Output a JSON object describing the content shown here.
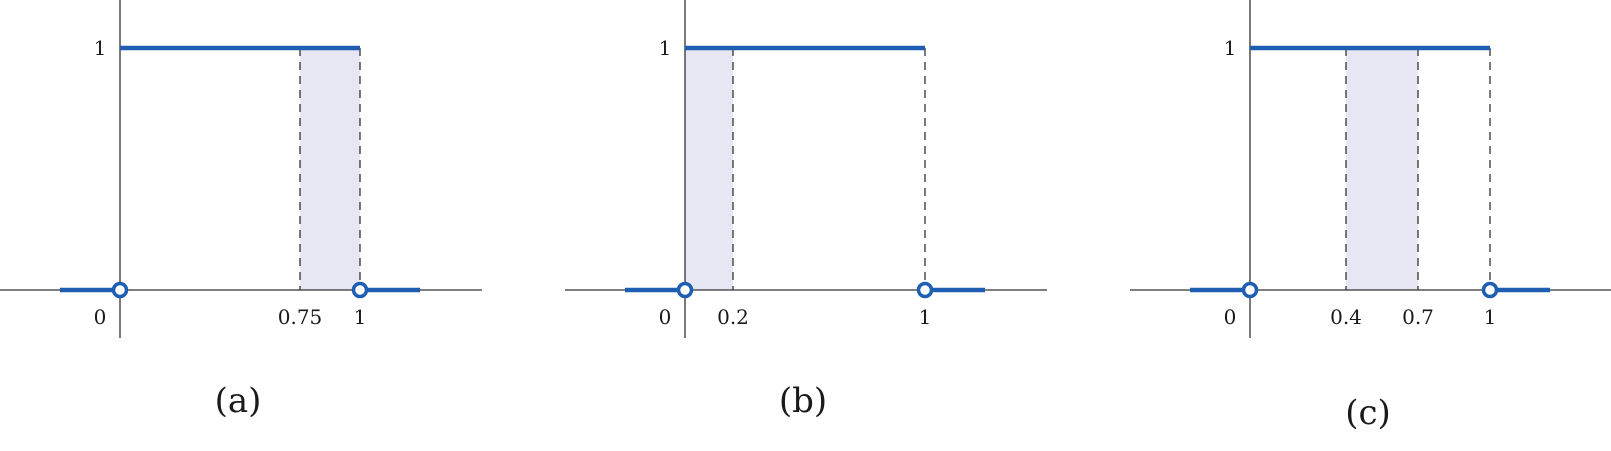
{
  "colors": {
    "line": "#1f5fb3",
    "shade": "#e6e7f3",
    "axis": "#333333",
    "dash": "#333333"
  },
  "chart_data": [
    {
      "type": "line",
      "caption": "(a)",
      "x_ticks": [
        "0",
        "0.75",
        "1"
      ],
      "y_ticks": [
        "1"
      ],
      "series": [
        {
          "x": [
            -0.25,
            0
          ],
          "y": [
            0,
            0
          ]
        },
        {
          "x": [
            0,
            1
          ],
          "y": [
            1,
            1
          ]
        },
        {
          "x": [
            1,
            1.25
          ],
          "y": [
            0,
            0
          ]
        }
      ],
      "open_points": [
        [
          0,
          0
        ],
        [
          1,
          0
        ]
      ],
      "shaded_interval": [
        0.75,
        1
      ],
      "dashed_x": [
        0.75,
        1
      ],
      "xlim": [
        -0.5,
        1.5
      ],
      "ylim": [
        -0.2,
        1.2
      ]
    },
    {
      "type": "line",
      "caption": "(b)",
      "x_ticks": [
        "0",
        "0.2",
        "1"
      ],
      "y_ticks": [
        "1"
      ],
      "series": [
        {
          "x": [
            -0.25,
            0
          ],
          "y": [
            0,
            0
          ]
        },
        {
          "x": [
            0,
            1
          ],
          "y": [
            1,
            1
          ]
        },
        {
          "x": [
            1,
            1.25
          ],
          "y": [
            0,
            0
          ]
        }
      ],
      "open_points": [
        [
          0,
          0
        ],
        [
          1,
          0
        ]
      ],
      "shaded_interval": [
        0,
        0.2
      ],
      "dashed_x": [
        0.2,
        1
      ],
      "xlim": [
        -0.5,
        1.5
      ],
      "ylim": [
        -0.2,
        1.2
      ]
    },
    {
      "type": "line",
      "caption": "(c)",
      "x_ticks": [
        "0",
        "0.4",
        "0.7",
        "1"
      ],
      "y_ticks": [
        "1"
      ],
      "series": [
        {
          "x": [
            -0.25,
            0
          ],
          "y": [
            0,
            0
          ]
        },
        {
          "x": [
            0,
            1
          ],
          "y": [
            1,
            1
          ]
        },
        {
          "x": [
            1,
            1.25
          ],
          "y": [
            0,
            0
          ]
        }
      ],
      "open_points": [
        [
          0,
          0
        ],
        [
          1,
          0
        ]
      ],
      "shaded_interval": [
        0.4,
        0.7
      ],
      "dashed_x": [
        0.4,
        0.7,
        1
      ],
      "xlim": [
        -0.5,
        1.5
      ],
      "ylim": [
        -0.2,
        1.2
      ]
    }
  ]
}
